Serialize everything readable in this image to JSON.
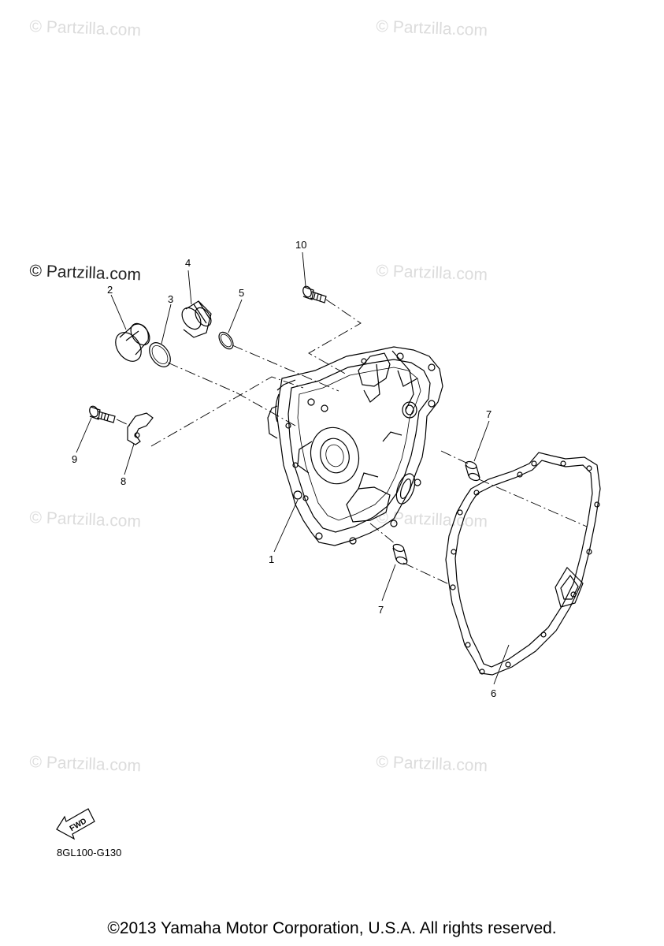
{
  "watermark": {
    "text": "© Partzilla.com"
  },
  "callouts": {
    "c1": "1",
    "c2": "2",
    "c3": "3",
    "c4": "4",
    "c5": "5",
    "c6": "6",
    "c7a": "7",
    "c7b": "7",
    "c8": "8",
    "c9": "9",
    "c10": "10"
  },
  "fwd_label": "FWD",
  "diagram_code": "8GL100-G130",
  "copyright": "©2013 Yamaha Motor Corporation, U.S.A. All rights reserved.",
  "colors": {
    "line": "#000000",
    "watermark": "#dcdcdc",
    "background": "#ffffff"
  }
}
